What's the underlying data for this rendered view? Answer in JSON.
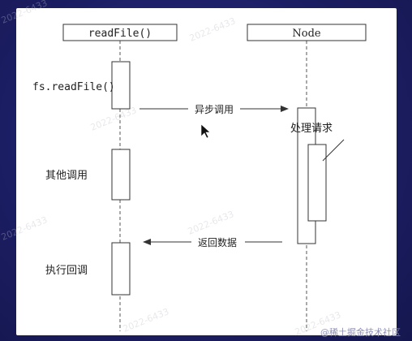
{
  "diagram": {
    "left_box_label": "readFile()",
    "right_box_label": "Node",
    "call_label": "fs.readFile()",
    "other_calls_label": "其他调用",
    "exec_callback_label": "执行回调",
    "async_call_label": "异步调用",
    "process_request_label": "处理请求",
    "return_data_label": "返回数据"
  },
  "watermarks": [
    "2022-6433",
    "2022-6433",
    "2022-6433",
    "2022-6433",
    "2022-6433",
    "2022-6433",
    "2022-6433"
  ],
  "credit": "@稀土掘金技术社区"
}
